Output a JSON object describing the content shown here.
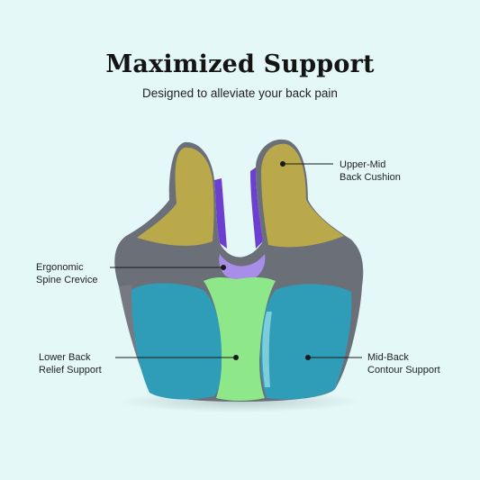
{
  "header": {
    "title": "Maximized Support",
    "subtitle": "Designed to alleviate your back pain"
  },
  "callouts": {
    "upper_mid": {
      "line1": "Upper-Mid",
      "line2": "Back Cushion"
    },
    "spine": {
      "line1": "Ergonomic",
      "line2": "Spine Crevice"
    },
    "lower": {
      "line1": "Lower Back",
      "line2": "Relief Support"
    },
    "mid_back": {
      "line1": "Mid-Back",
      "line2": "Contour Support"
    }
  },
  "colors": {
    "background": "#e4f8f8",
    "pillow_body": "#6b6f78",
    "upper_zone": "#b9a94a",
    "spine_zone": "#a88ee8",
    "lower_zone": "#8ee88a",
    "mid_zone": "#2f9db8"
  }
}
